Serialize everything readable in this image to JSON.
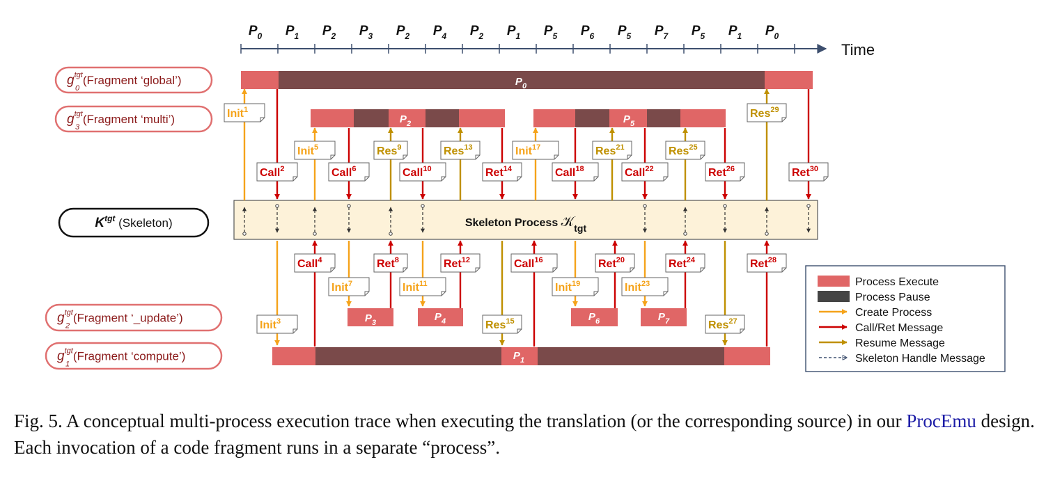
{
  "time_axis": {
    "label": "Time",
    "ticks": [
      "0",
      "1",
      "2",
      "3",
      "2",
      "4",
      "2",
      "1",
      "5",
      "6",
      "5",
      "7",
      "5",
      "1",
      "0"
    ]
  },
  "fragments": [
    {
      "id": "g0",
      "sup": "tgt",
      "sub": "0",
      "label": "(Fragment ‘global’)"
    },
    {
      "id": "g3",
      "sup": "tgt",
      "sub": "3",
      "label": "(Fragment ‘multi’)"
    },
    {
      "id": "k",
      "sup": "tgt",
      "label": "(Skeleton)"
    },
    {
      "id": "g2",
      "sup": "tgt",
      "sub": "2",
      "label": "(Fragment ‘_update’)"
    },
    {
      "id": "g1",
      "sup": "tgt",
      "sub": "1",
      "label": "(Fragment ‘compute’)"
    }
  ],
  "skeleton": {
    "label": "Skeleton Process",
    "symbol": "K",
    "sub": "tgt"
  },
  "processes": [
    "0",
    "2",
    "5",
    "3",
    "4",
    "6",
    "7",
    "1"
  ],
  "messages": [
    {
      "label": "Init",
      "n": "1"
    },
    {
      "label": "Call",
      "n": "2"
    },
    {
      "label": "Init",
      "n": "3"
    },
    {
      "label": "Call",
      "n": "4"
    },
    {
      "label": "Init",
      "n": "5"
    },
    {
      "label": "Call",
      "n": "6"
    },
    {
      "label": "Init",
      "n": "7"
    },
    {
      "label": "Ret",
      "n": "8"
    },
    {
      "label": "Res",
      "n": "9"
    },
    {
      "label": "Call",
      "n": "10"
    },
    {
      "label": "Init",
      "n": "11"
    },
    {
      "label": "Ret",
      "n": "12"
    },
    {
      "label": "Res",
      "n": "13"
    },
    {
      "label": "Ret",
      "n": "14"
    },
    {
      "label": "Res",
      "n": "15"
    },
    {
      "label": "Call",
      "n": "16"
    },
    {
      "label": "Init",
      "n": "17"
    },
    {
      "label": "Call",
      "n": "18"
    },
    {
      "label": "Init",
      "n": "19"
    },
    {
      "label": "Ret",
      "n": "20"
    },
    {
      "label": "Res",
      "n": "21"
    },
    {
      "label": "Call",
      "n": "22"
    },
    {
      "label": "Init",
      "n": "23"
    },
    {
      "label": "Ret",
      "n": "24"
    },
    {
      "label": "Res",
      "n": "25"
    },
    {
      "label": "Ret",
      "n": "26"
    },
    {
      "label": "Res",
      "n": "27"
    },
    {
      "label": "Ret",
      "n": "28"
    },
    {
      "label": "Res",
      "n": "29"
    },
    {
      "label": "Ret",
      "n": "30"
    }
  ],
  "legend": [
    {
      "type": "box",
      "color": "#e06666",
      "label": "Process Execute"
    },
    {
      "type": "box",
      "color": "#444444",
      "label": "Process Pause"
    },
    {
      "type": "arrow",
      "color": "#f5a31a",
      "label": "Create Process"
    },
    {
      "type": "arrow",
      "color": "#cc0000",
      "label": "Call/Ret Message"
    },
    {
      "type": "arrow",
      "color": "#bf9000",
      "label": "Resume Message"
    },
    {
      "type": "dash",
      "color": "#3d4f6e",
      "label": "Skeleton Handle Message"
    }
  ],
  "colors": {
    "execute": "#e06666",
    "pause": "#7a4a4a",
    "create": "#f5a31a",
    "callret": "#cc0000",
    "resume": "#bf9000",
    "pill_border": "#e07070",
    "skeleton_fill": "#fdf2d9",
    "axis": "#3d4f6e",
    "caption_link": "#1a1aa6"
  },
  "caption": {
    "prefix": "Fig. 5.  A conceptual multi-process execution trace when executing the translation (or the corresponding source) in our ",
    "link": "ProcEmu",
    "suffix": " design. Each invocation of a code fragment runs in a separate “process”."
  }
}
